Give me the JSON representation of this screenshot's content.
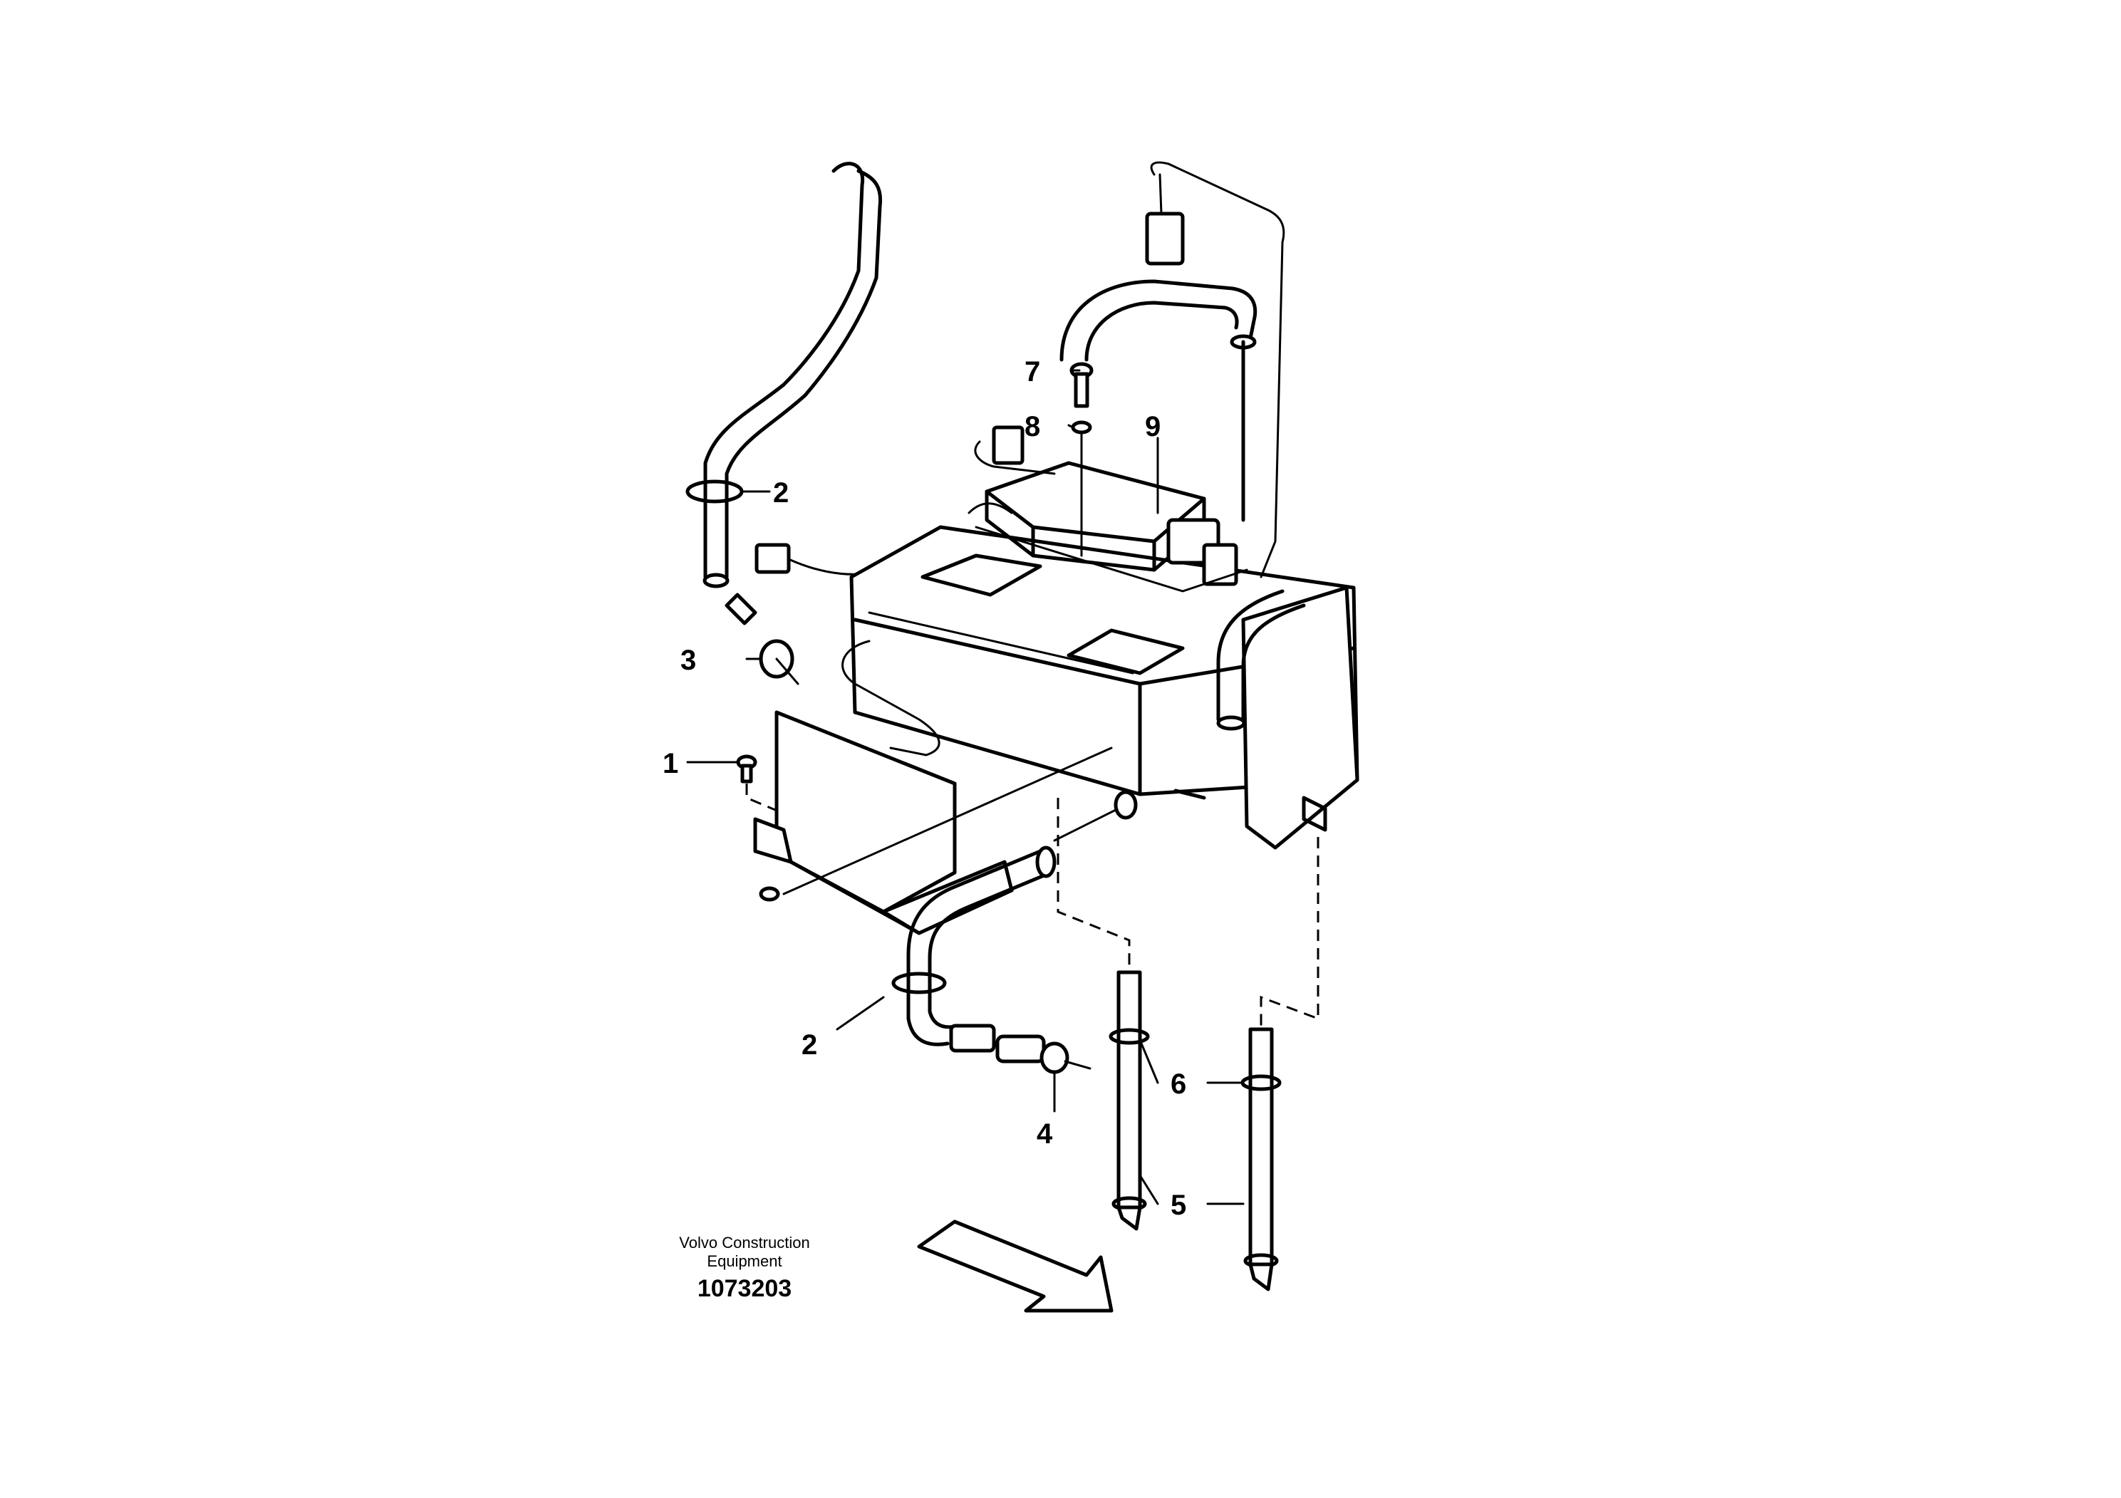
{
  "footer": {
    "brand_line1": "Volvo Construction",
    "brand_line2": "Equipment",
    "drawing_number": "1073203"
  },
  "callouts": {
    "c1": "1",
    "c2_top": "2",
    "c2_bottom": "2",
    "c3": "3",
    "c4": "4",
    "c5": "5",
    "c6": "6",
    "c7": "7",
    "c8": "8",
    "c9": "9"
  }
}
